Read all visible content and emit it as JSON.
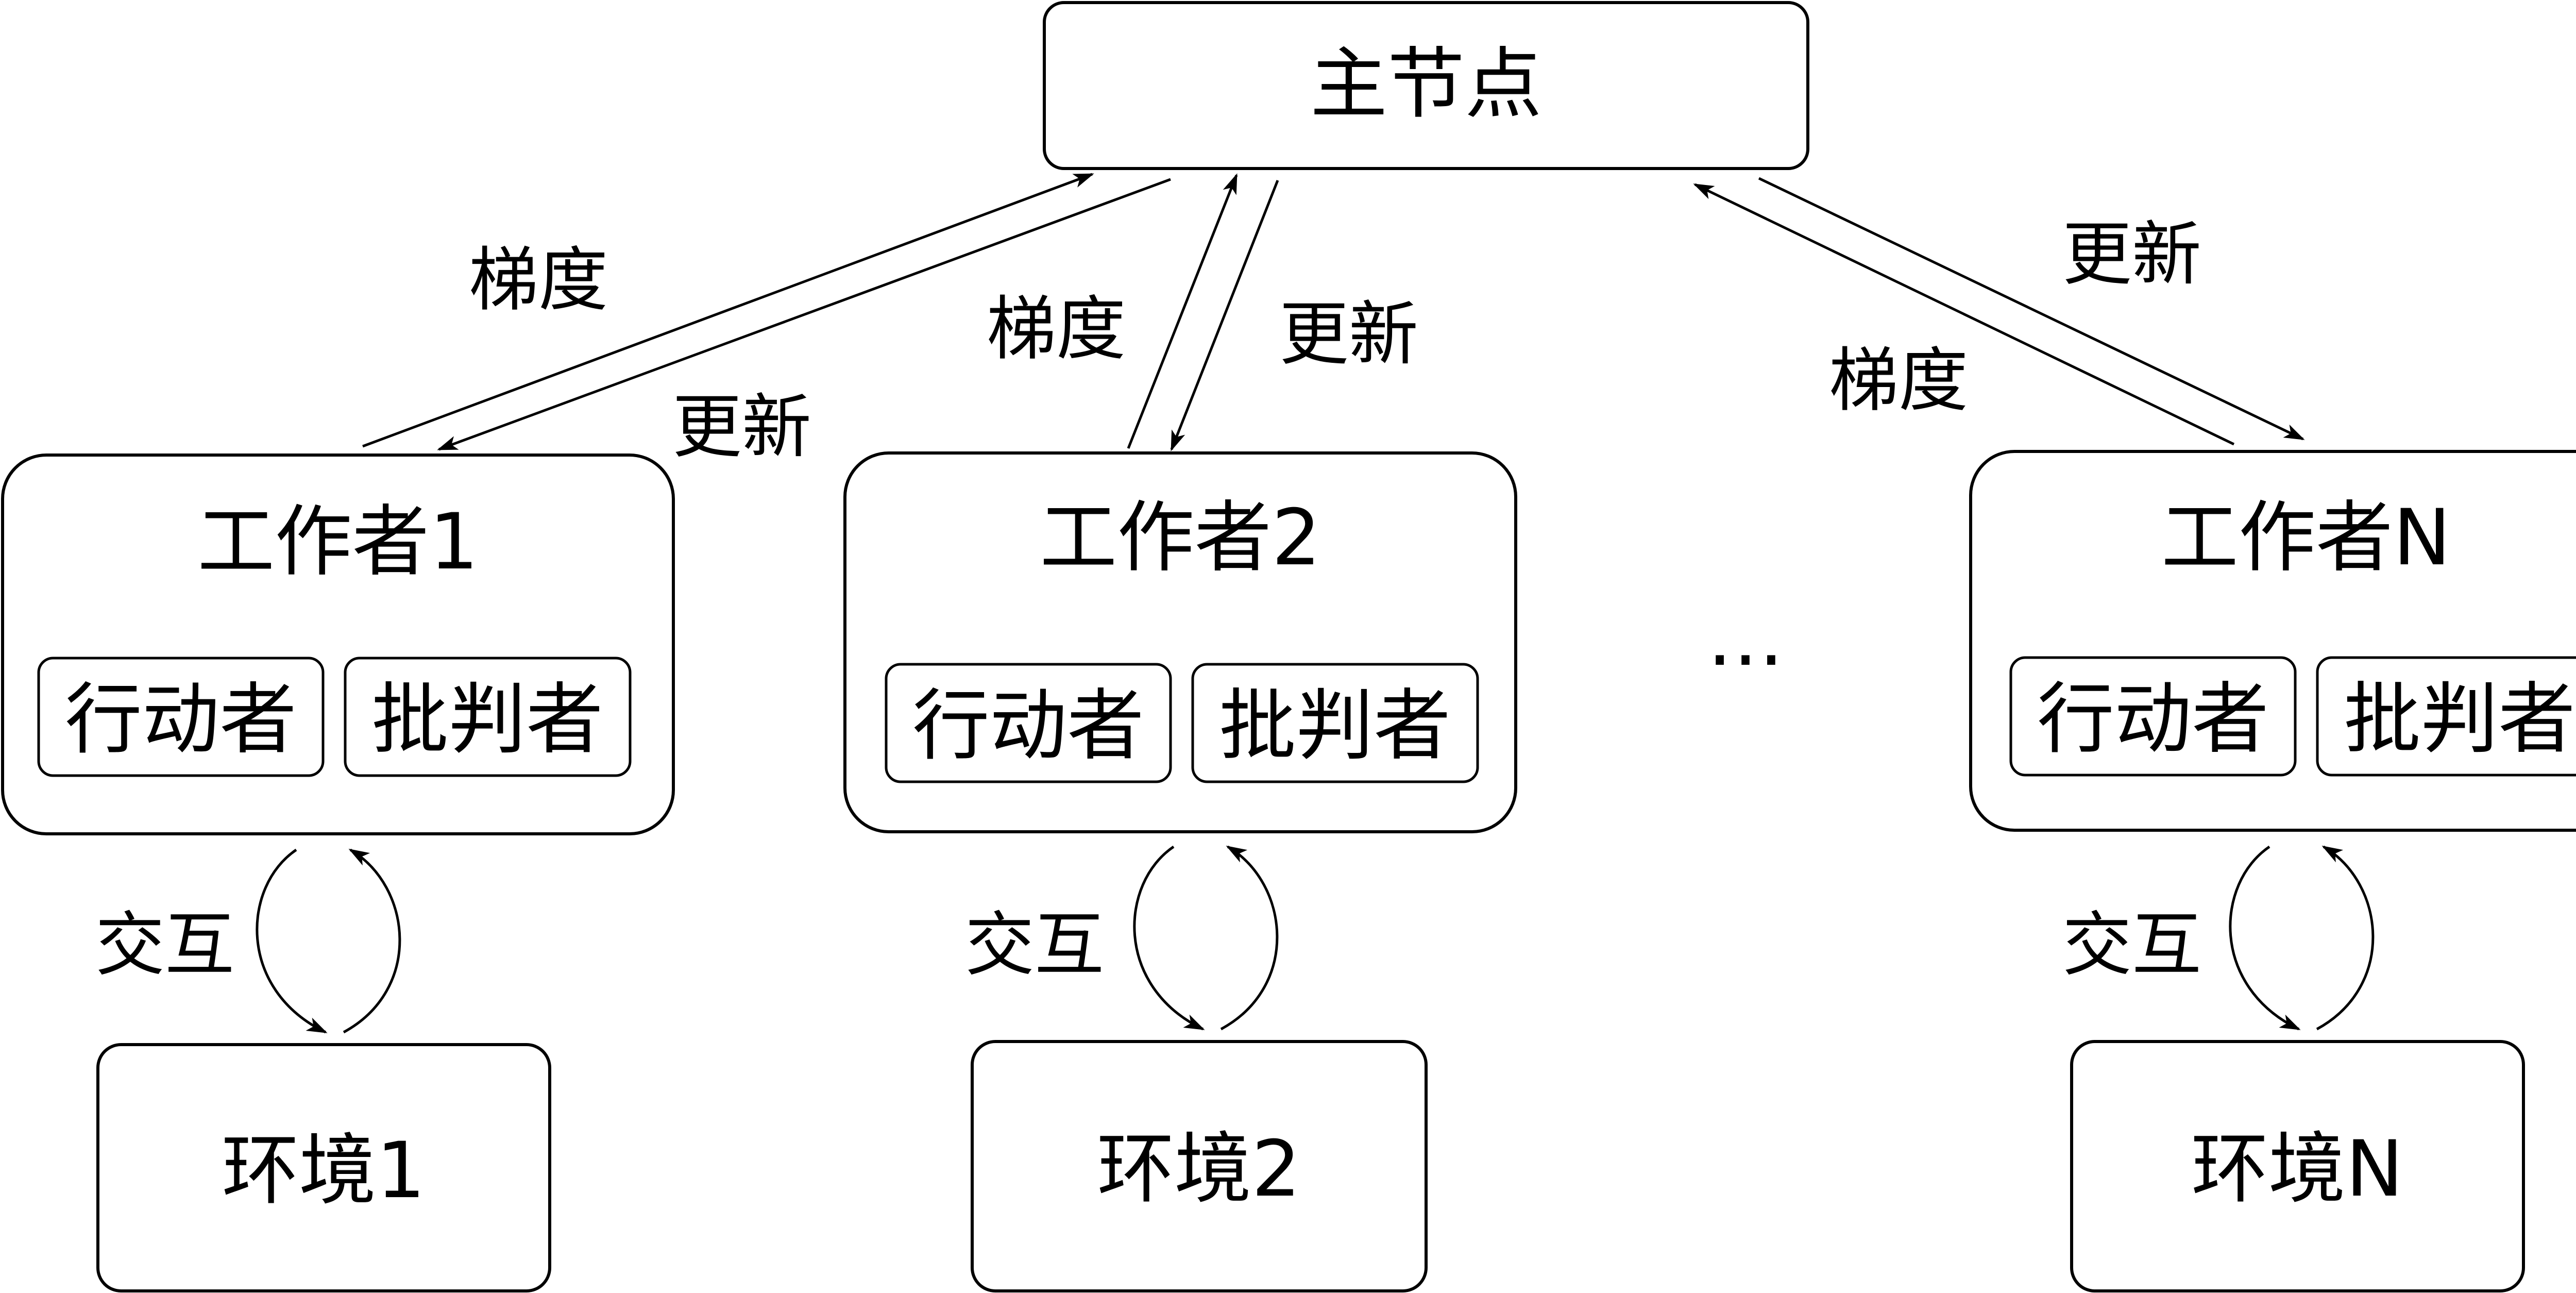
{
  "colors": {
    "stroke": "#000000",
    "background": "#ffffff"
  },
  "master": {
    "label": "主节点"
  },
  "workers": [
    {
      "label": "工作者1",
      "actor": "行动者",
      "critic": "批判者",
      "env": "环境1",
      "interact": "交互",
      "gradient": "梯度",
      "update": "更新"
    },
    {
      "label": "工作者2",
      "actor": "行动者",
      "critic": "批判者",
      "env": "环境2",
      "interact": "交互",
      "gradient": "梯度",
      "update": "更新"
    },
    {
      "label": "工作者N",
      "actor": "行动者",
      "critic": "批判者",
      "env": "环境N",
      "interact": "交互",
      "gradient": "梯度",
      "update": "更新"
    }
  ],
  "ellipsis": "…"
}
